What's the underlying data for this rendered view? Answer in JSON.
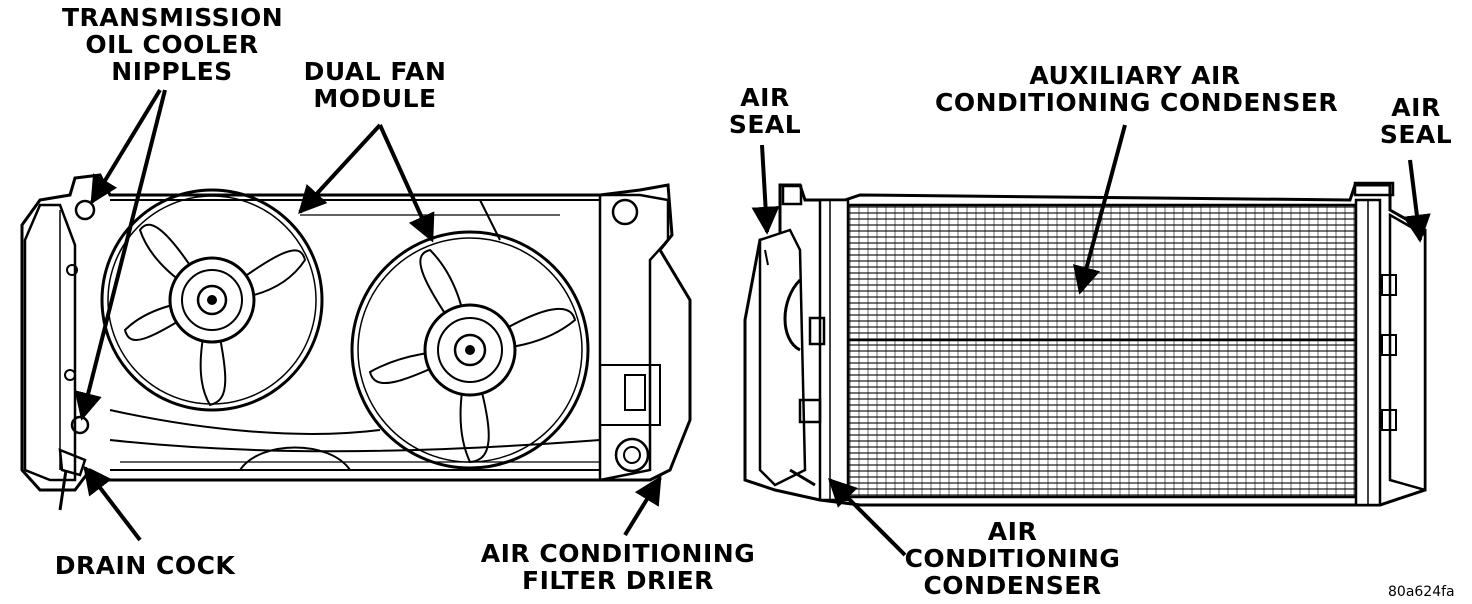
{
  "labels": {
    "trans_cooler": [
      "TRANSMISSION",
      "OIL COOLER",
      "NIPPLES"
    ],
    "dual_fan": [
      "DUAL FAN",
      "MODULE"
    ],
    "drain_cock": [
      "DRAIN COCK"
    ],
    "filter_drier": [
      "AIR CONDITIONING",
      "FILTER DRIER"
    ],
    "air_seal_left": [
      "AIR",
      "SEAL"
    ],
    "aux_condenser": [
      "AUXILIARY AIR",
      "CONDITIONING CONDENSER"
    ],
    "air_seal_right": [
      "AIR",
      "SEAL"
    ],
    "ac_condenser": [
      "AIR",
      "CONDITIONING",
      "CONDENSER"
    ]
  },
  "figure_code": "80a624fa"
}
